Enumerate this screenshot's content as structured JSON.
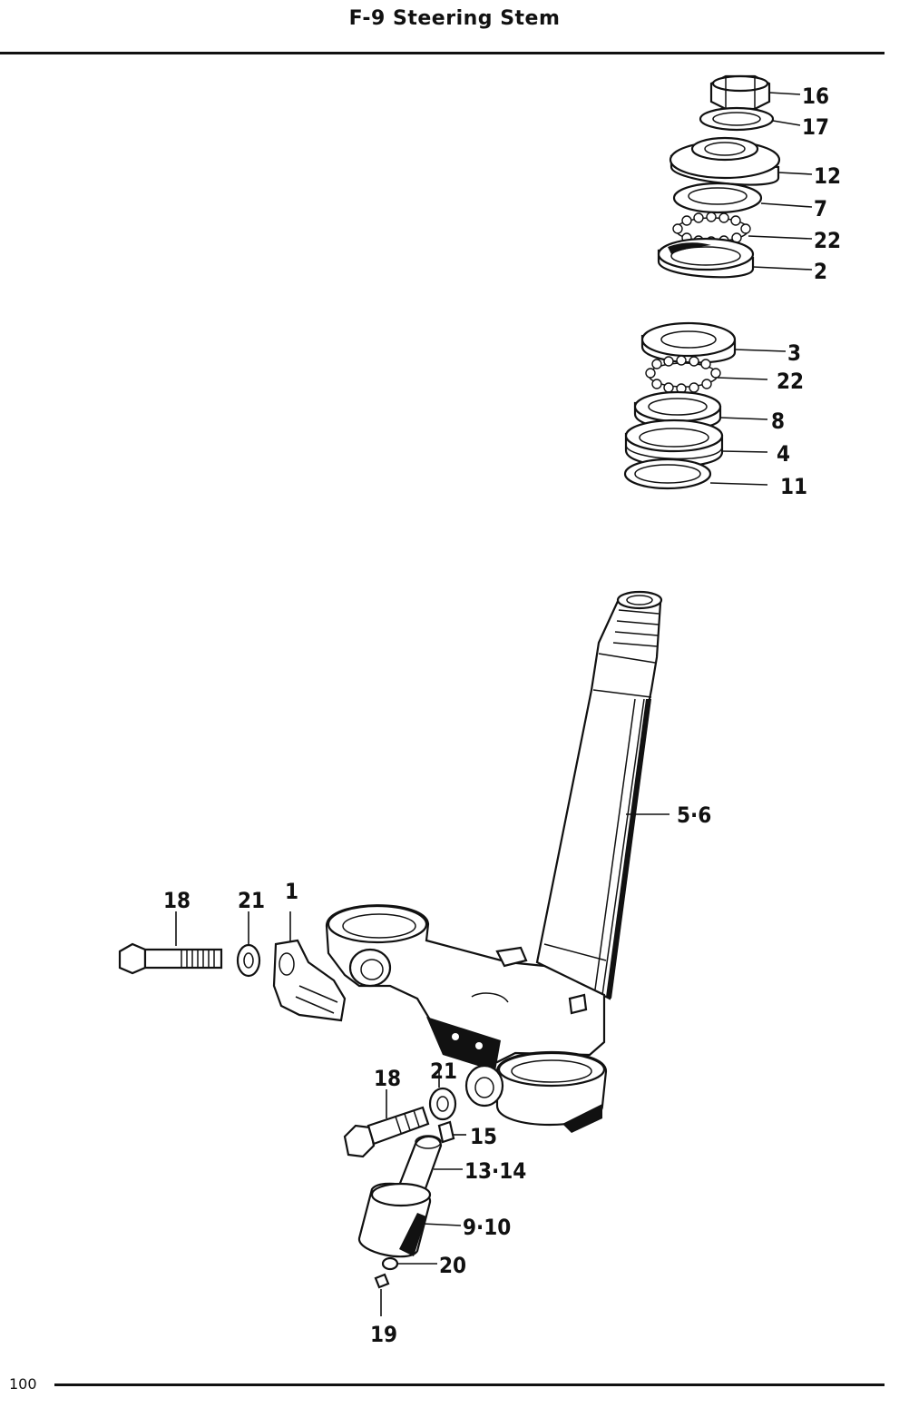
{
  "header": {
    "title": "F-9   Steering Stem"
  },
  "footer": {
    "page_number": "100"
  },
  "callouts": {
    "c16": "16",
    "c17": "17",
    "c12": "12",
    "c7": "7",
    "c22a": "22",
    "c2": "2",
    "c3": "3",
    "c22b": "22",
    "c8": "8",
    "c4": "4",
    "c11": "11",
    "c56": "5·6",
    "c18a": "18",
    "c21a": "21",
    "c1": "1",
    "c18b": "18",
    "c21b": "21",
    "c15": "15",
    "c1314": "13·14",
    "c910": "9·10",
    "c20": "20",
    "c19": "19"
  },
  "colors": {
    "ink": "#111111",
    "paper": "#ffffff"
  }
}
